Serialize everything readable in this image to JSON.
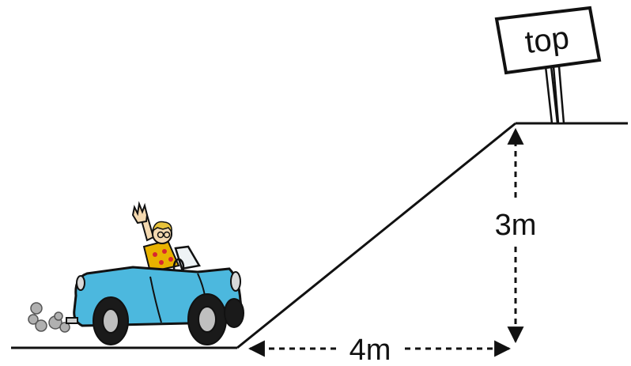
{
  "sign": {
    "text": "top"
  },
  "dimensions": {
    "height_label": "3m",
    "base_label": "4m",
    "height_value_m": 3,
    "base_value_m": 4
  },
  "colors": {
    "car_body": "#4cb8de",
    "car_outline": "#0b0b0b",
    "tire": "#1a1a1a",
    "hubcap": "#bfbfbf",
    "shirt": "#e8b200",
    "shirt_pattern": "#d8262f",
    "skin": "#f4d9b0",
    "hair": "#e7c23a",
    "exhaust": "#b0b0b0"
  }
}
